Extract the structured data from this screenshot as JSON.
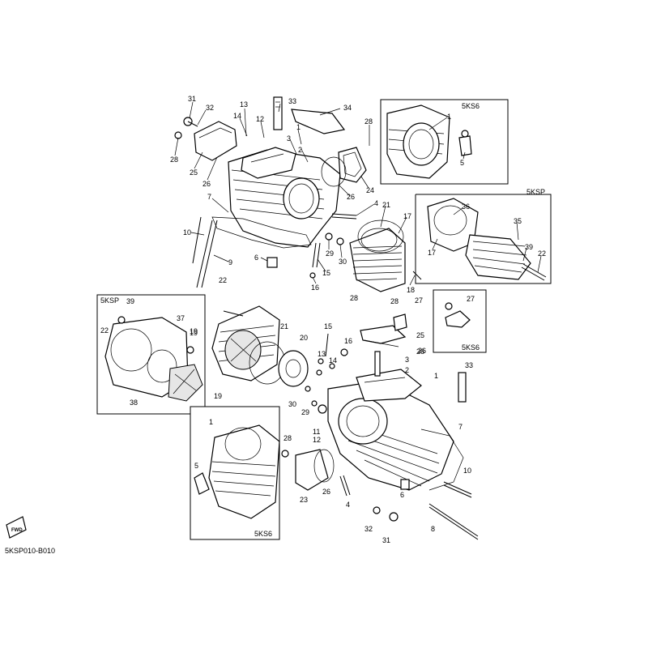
{
  "diagram_code": "5KSP010-B010",
  "forward_marker": "FWD",
  "insets": [
    {
      "id": "top-right-5ks6",
      "tag": "5KS6"
    },
    {
      "id": "mid-right-5ksp",
      "tag": "5KSP"
    },
    {
      "id": "small-right-5ks6",
      "tag": "5KS6"
    },
    {
      "id": "left-5ksp",
      "tag": "5KSP"
    },
    {
      "id": "bottom-left-5ks6",
      "tag": "5KS6"
    }
  ],
  "callouts": [
    "31",
    "32",
    "28",
    "25",
    "26",
    "13",
    "14",
    "12",
    "33",
    "34",
    "1",
    "3",
    "2",
    "7",
    "10",
    "9",
    "6",
    "29",
    "30",
    "15",
    "16",
    "4",
    "26",
    "24",
    "21",
    "17",
    "18",
    "28",
    "1",
    "5",
    "36",
    "35",
    "39",
    "22",
    "17",
    "22",
    "28",
    "28",
    "27",
    "25",
    "26",
    "15",
    "16",
    "13",
    "14",
    "3",
    "2",
    "1",
    "33",
    "7",
    "10",
    "8",
    "6",
    "4",
    "31",
    "32",
    "21",
    "20",
    "19",
    "19",
    "30",
    "29",
    "11",
    "12",
    "27",
    "26",
    "39",
    "37",
    "22",
    "19",
    "38",
    "1",
    "28",
    "5",
    "23",
    "26"
  ]
}
